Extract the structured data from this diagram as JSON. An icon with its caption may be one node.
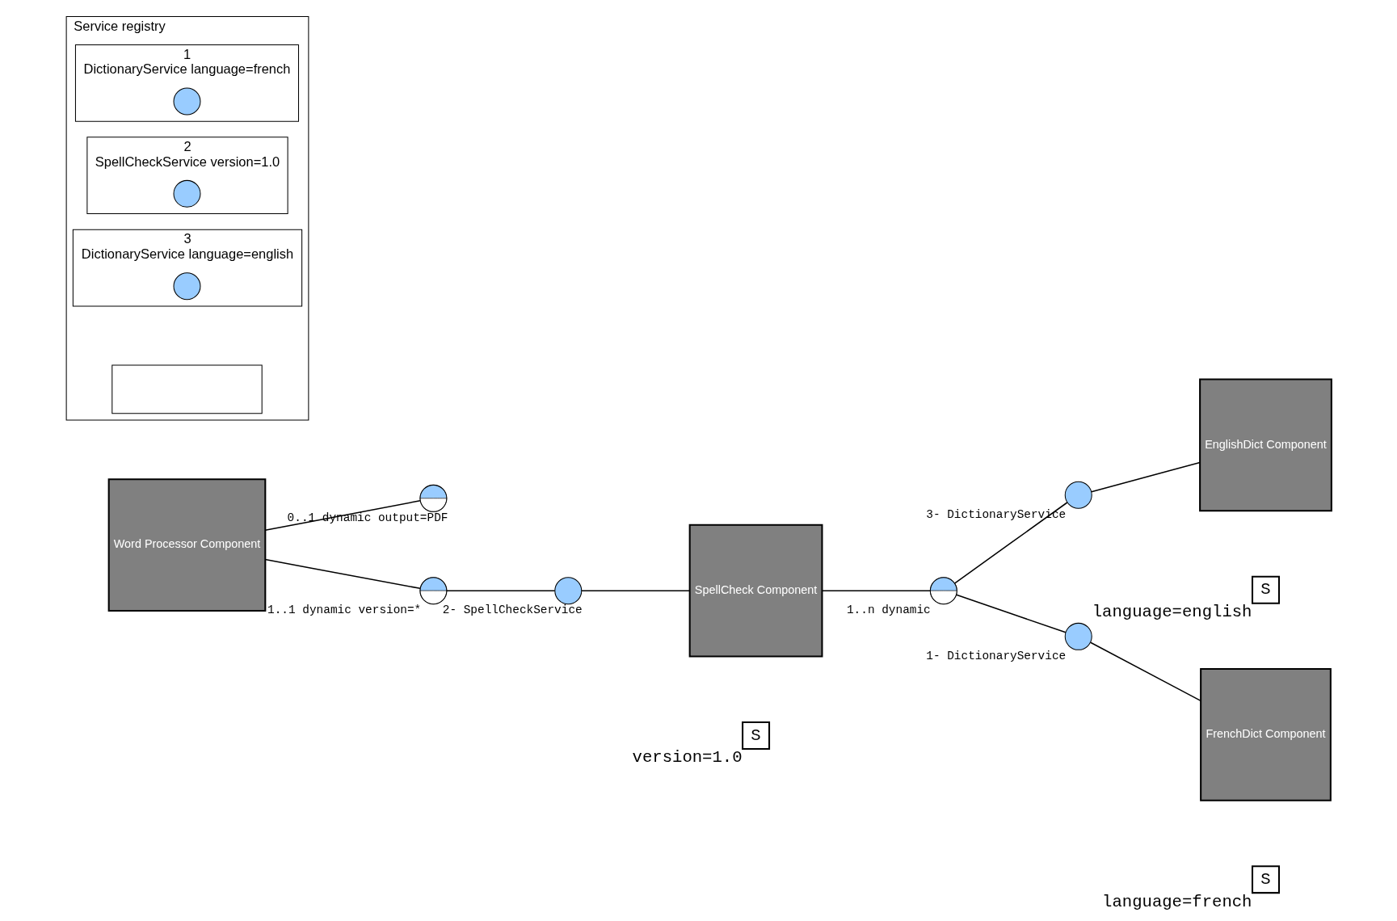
{
  "diagram": {
    "nodes": [
      {
        "text": [
          "Word Processor Component"
        ]
      },
      {
        "text": [],
        "shape": "arc",
        "beside": [
          "0..1 dynamic output=PDF"
        ]
      },
      {
        "text": [],
        "shape": "arc",
        "beside": [
          "1..1 dynamic version=*"
        ]
      },
      {
        "text": [],
        "shape": "circle",
        "beside": [
          "2- SpellCheckService"
        ]
      },
      {
        "text": [
          "SpellCheck Component"
        ]
      },
      {
        "text": [
          "S"
        ],
        "beside": [
          "version=1.0"
        ]
      },
      {
        "text": [],
        "shape": "arc",
        "beside": [
          "1..n dynamic"
        ]
      },
      {
        "text": [],
        "shape": "circle",
        "beside": [
          "3- DictionaryService"
        ]
      },
      {
        "text": [
          "EnglishDict Component"
        ]
      },
      {
        "text": [
          "S"
        ],
        "beside": [
          "language=english"
        ]
      },
      {
        "text": [],
        "shape": "circle",
        "beside": [
          "1- DictionaryService"
        ]
      },
      {
        "text": [
          "FrenchDict Component"
        ]
      },
      {
        "text": [
          "S"
        ],
        "beside": [
          "language=french"
        ]
      },
      {
        "text": [
          "Service registry"
        ]
      },
      {
        "text": [
          "1",
          "DictionaryService language=french"
        ],
        "in": 13
      },
      {
        "text": [
          "2",
          "SpellCheckService version=1.0"
        ],
        "in": 13
      },
      {
        "text": [
          "3",
          "DictionaryService language=english"
        ],
        "in": 13
      },
      {
        "text": [],
        "shape": "box",
        "in": 13
      },
      {
        "text": [],
        "shape": "circle",
        "in": 14
      },
      {
        "text": [],
        "shape": "circle",
        "in": 15
      },
      {
        "text": [],
        "shape": "circle",
        "in": 16
      }
    ],
    "edges": [
      {
        "from": 0,
        "to": 1,
        "arrow": "none"
      },
      {
        "from": 0,
        "to": 2,
        "arrow": "none"
      },
      {
        "from": 2,
        "to": 3,
        "arrow": "none"
      },
      {
        "from": 3,
        "to": 4,
        "arrow": "none"
      },
      {
        "from": 4,
        "to": 6,
        "arrow": "none"
      },
      {
        "from": 6,
        "to": 7,
        "arrow": "none"
      },
      {
        "from": 6,
        "to": 10,
        "arrow": "none"
      },
      {
        "from": 7,
        "to": 8,
        "arrow": "none"
      },
      {
        "from": 10,
        "to": 11,
        "arrow": "none"
      }
    ]
  }
}
